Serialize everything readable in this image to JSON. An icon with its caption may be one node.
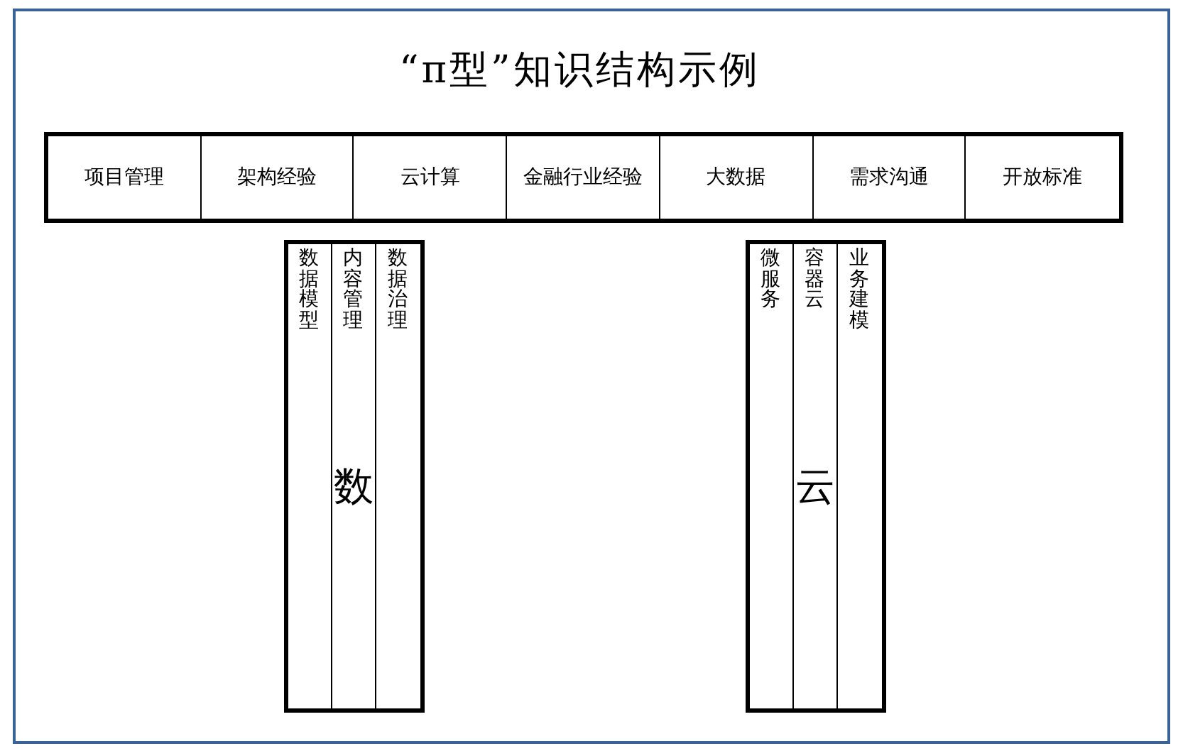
{
  "diagram": {
    "title": "“π型”知识结构示例",
    "nodes": [
      {
        "text": [],
        "shape": "box"
      },
      {
        "text": [
          "项目管理"
        ],
        "in": 0
      },
      {
        "text": [
          "架构经验"
        ],
        "in": 0
      },
      {
        "text": [
          "云计算"
        ],
        "in": 0
      },
      {
        "text": [
          "金融行业经验"
        ],
        "in": 0
      },
      {
        "text": [
          "大数据"
        ],
        "in": 0
      },
      {
        "text": [
          "需求沟通"
        ],
        "in": 0
      },
      {
        "text": [
          "开放标准"
        ],
        "in": 0
      },
      {
        "text": [],
        "shape": "box"
      },
      {
        "text": [
          "数据模型"
        ],
        "in": 8
      },
      {
        "text": [
          "内容管理",
          "数"
        ],
        "in": 8
      },
      {
        "text": [
          "数据治理"
        ],
        "in": 8
      },
      {
        "text": [],
        "shape": "box"
      },
      {
        "text": [
          "微服务"
        ],
        "in": 12
      },
      {
        "text": [
          "容器云",
          "云"
        ],
        "in": 12
      },
      {
        "text": [
          "业务建模"
        ],
        "in": 12
      }
    ]
  }
}
